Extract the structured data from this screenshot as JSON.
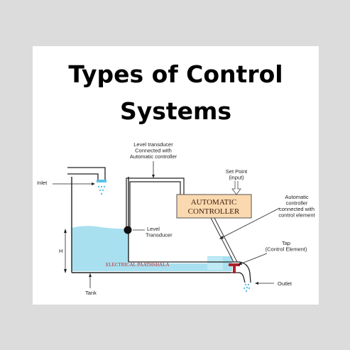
{
  "title": {
    "line1": "Types of Control",
    "line2": "Systems"
  },
  "diagram": {
    "labels": {
      "inlet": "Inlet",
      "level_transducer_note_1": "Level transducer",
      "level_transducer_note_2": "Connected with",
      "level_transducer_note_3": "Automatic controller",
      "set_point_1": "Set Point",
      "set_point_2": "(input)",
      "controller_1": "AUTOMATIC",
      "controller_2": "CONTROLLER",
      "auto_ctrl_1": "Automatic",
      "auto_ctrl_2": "controller",
      "auto_ctrl_3": "connected with",
      "auto_ctrl_4": "control element",
      "level_1": "Level",
      "level_2": "Transducer",
      "height": "H",
      "tap_1": "Tap",
      "tap_2": "(Control Element)",
      "brand": "ELECTRICAL  PAATHSHALA",
      "outlet": "Outlet",
      "tank": "Tank"
    },
    "colors": {
      "water": "#a8e0f0",
      "controller_fill": "#fbd9b0",
      "tap": "#b0202a"
    }
  }
}
